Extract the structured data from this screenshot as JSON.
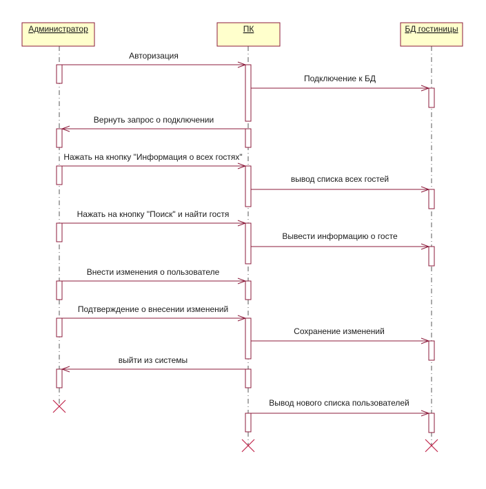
{
  "objects": [
    {
      "name": "Администратор"
    },
    {
      "name": "ПК"
    },
    {
      "name": "БД гостиницы"
    }
  ],
  "messages": [
    {
      "from": 0,
      "to": 1,
      "label": "Авторизация"
    },
    {
      "from": 1,
      "to": 2,
      "label": "Подключение к БД"
    },
    {
      "from": 1,
      "to": 0,
      "label": "Вернуть запрос о подключении"
    },
    {
      "from": 0,
      "to": 1,
      "label": "Нажать на кнопку \"Информация о всех гостях\""
    },
    {
      "from": 1,
      "to": 2,
      "label": "вывод списка всех гостей"
    },
    {
      "from": 0,
      "to": 1,
      "label": "Нажать на кнопку \"Поиск\" и найти гостя"
    },
    {
      "from": 1,
      "to": 2,
      "label": "Вывести информацию о госте"
    },
    {
      "from": 0,
      "to": 1,
      "label": "Внести изменения о пользователе"
    },
    {
      "from": 0,
      "to": 1,
      "label": "Подтверждение о внесении изменений"
    },
    {
      "from": 1,
      "to": 2,
      "label": "Сохранение изменений"
    },
    {
      "from": 1,
      "to": 0,
      "label": "выйти из системы"
    },
    {
      "from": 1,
      "to": 2,
      "label": "Вывод нового списка пользователей"
    }
  ],
  "colors": {
    "object_fill": "#ffffcc",
    "line": "#8b1a3a",
    "destroy_mark": "#c0244a"
  }
}
